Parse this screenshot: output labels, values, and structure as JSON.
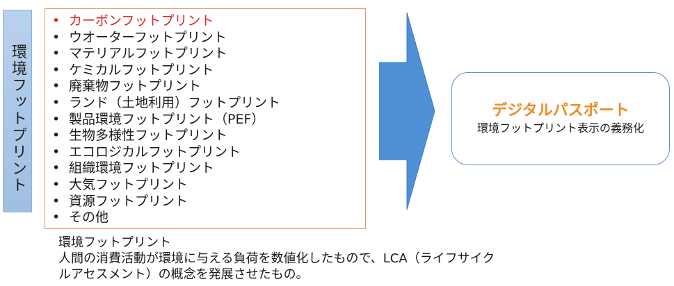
{
  "side_label": "環境フットプリント",
  "footprints": [
    "カーボンフットプリント",
    "ウオーターフットプリント",
    "マテリアルフットプリント",
    "ケミカルフットプリント",
    "廃棄物フットプリント",
    "ランド（土地利用）フットプリント",
    "製品環境フットプリント（PEF）",
    "生物多様性フットプリント",
    "エコロジカルフットプリント",
    "組織環境フットプリント",
    "大気フットプリント",
    "資源フットプリント",
    "その他"
  ],
  "bullet": "•",
  "highlight_color": "#e32424",
  "passport": {
    "title": "デジタルパスポート",
    "subtitle": "環境フットプリント表示の義務化",
    "title_color": "#f08a24"
  },
  "definition": {
    "term": "環境フットプリント",
    "line1": "人間の消費活動が環境に与える負荷を数値化したもので、LCA（ライフサイク",
    "line2": "ルアセスメント）の概念を発展させたもの。"
  },
  "colors": {
    "arrow": "#4f8fd6",
    "list_border": "#e8955d",
    "side_fill": "#a9c6e8",
    "passport_border": "#5b8fd0"
  }
}
